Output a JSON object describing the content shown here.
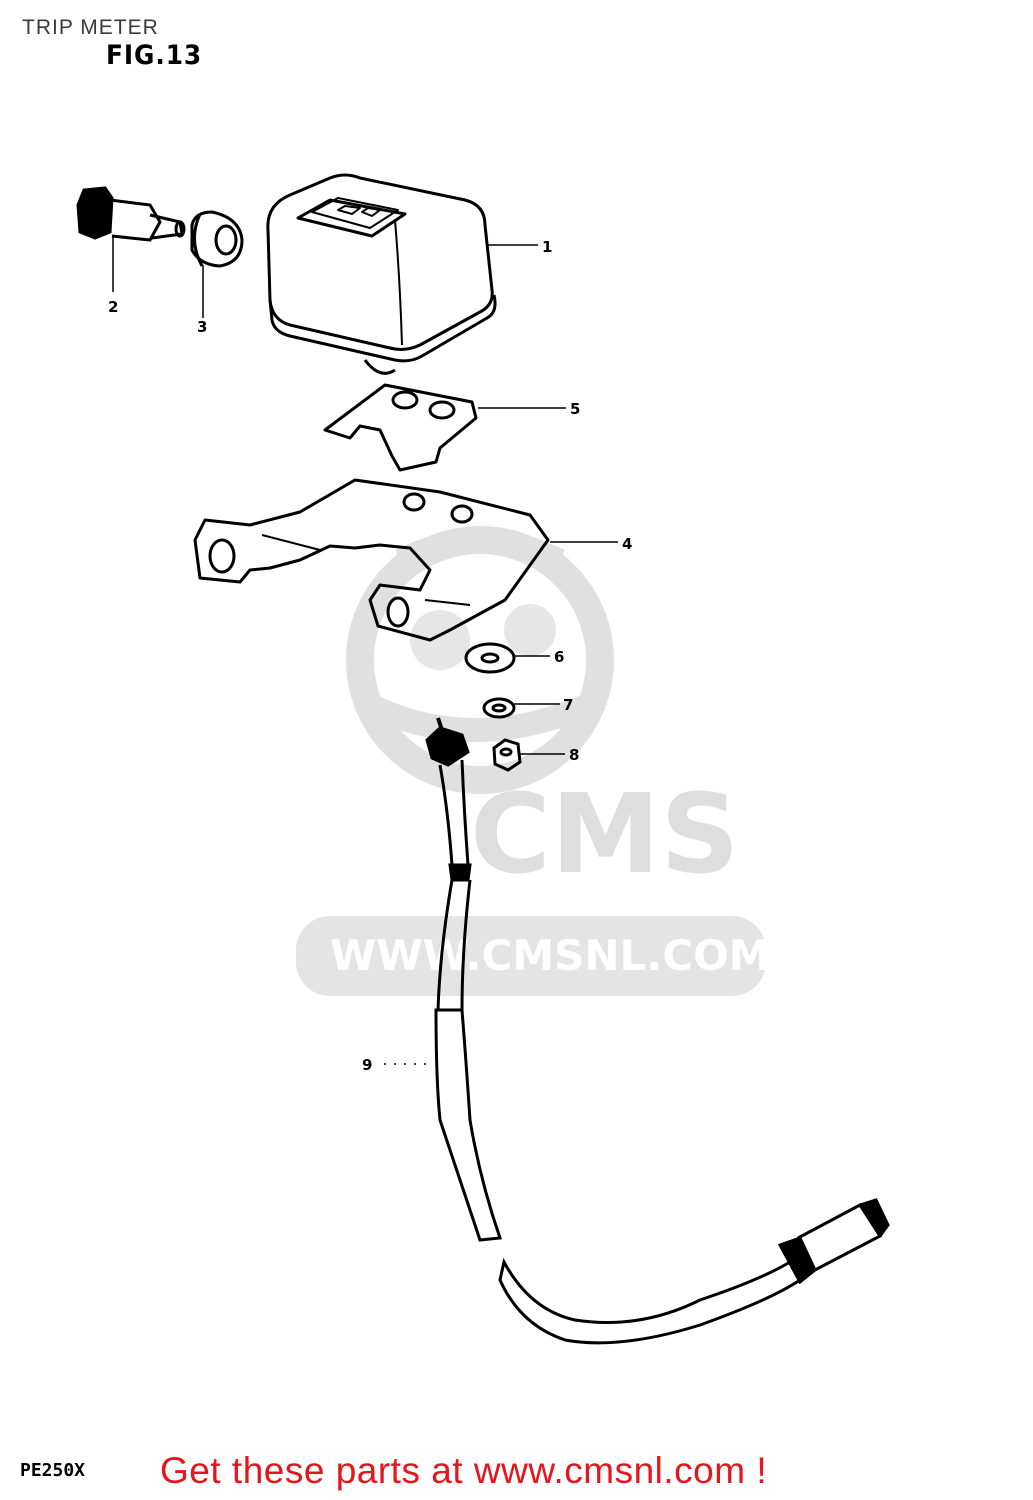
{
  "header": {
    "title": "TRIP METER",
    "figure": "FIG.13"
  },
  "watermark": {
    "brand": "CMS",
    "url": "WWW.CMSNL.COM"
  },
  "callouts": [
    "1",
    "2",
    "3",
    "4",
    "5",
    "6",
    "7",
    "8",
    "9"
  ],
  "footer": {
    "model": "PE250X",
    "cta": "Get these parts at www.cmsnl.com !"
  },
  "colors": {
    "cta": "#e8141c",
    "watermark": "#dcdcdc",
    "line": "#000000"
  }
}
